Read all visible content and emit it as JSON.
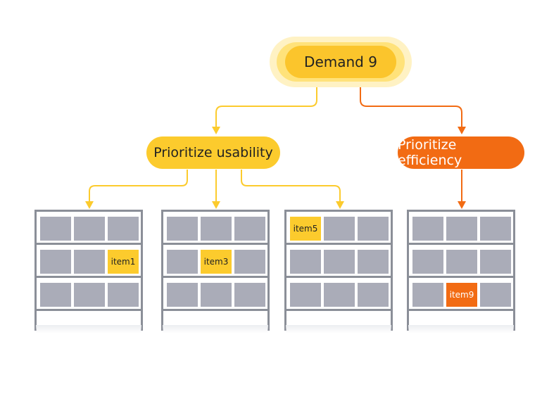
{
  "root": {
    "label": "Demand 9"
  },
  "branches": [
    {
      "label": "Prioritize usability",
      "color": "#fccb2d"
    },
    {
      "label": "Prioritize efficiency",
      "color": "#f26b13"
    }
  ],
  "racks": [
    {
      "rows": [
        [
          "",
          "",
          ""
        ],
        [
          "",
          "",
          "item1"
        ],
        [
          "",
          "",
          ""
        ]
      ],
      "highlight_color": "#fccb2d"
    },
    {
      "rows": [
        [
          "",
          "",
          ""
        ],
        [
          "",
          "item3",
          ""
        ],
        [
          "",
          "",
          ""
        ]
      ],
      "highlight_color": "#fccb2d"
    },
    {
      "rows": [
        [
          "item5",
          "",
          ""
        ],
        [
          "",
          "",
          ""
        ],
        [
          "",
          "",
          ""
        ]
      ],
      "highlight_color": "#fccb2d"
    },
    {
      "rows": [
        [
          "",
          "",
          ""
        ],
        [
          "",
          "",
          ""
        ],
        [
          "",
          "item9",
          ""
        ]
      ],
      "highlight_color": "#f26b13"
    }
  ],
  "colors": {
    "yellow": "#fccb2d",
    "orange": "#f26b13",
    "rack_frame": "#8b8f98",
    "bin": "#aaacb8"
  }
}
